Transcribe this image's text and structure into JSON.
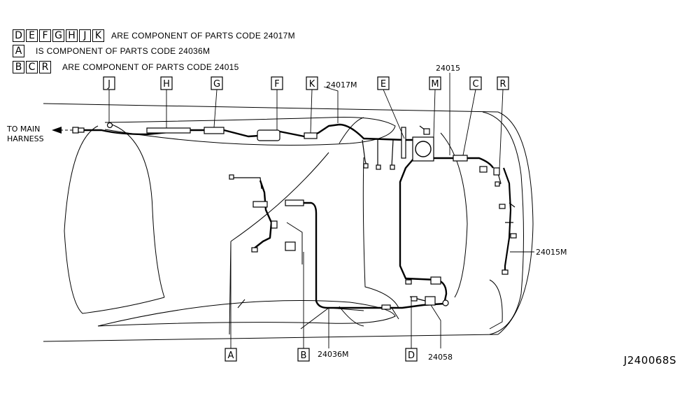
{
  "legend": [
    {
      "boxes": [
        "D",
        "E",
        "F",
        "G",
        "H",
        "J",
        "K"
      ],
      "text": "ARE COMPONENT OF PARTS CODE  24017M"
    },
    {
      "boxes": [
        "A"
      ],
      "text": " IS COMPONENT OF PARTS CODE  24036M"
    },
    {
      "boxes": [
        "B",
        "C",
        "R"
      ],
      "text": "ARE COMPONENT OF PARTS CODE  24015"
    }
  ],
  "callouts": {
    "J": "J",
    "H": "H",
    "G": "G",
    "F": "F",
    "K": "K",
    "E": "E",
    "M": "M",
    "C": "C",
    "R": "R",
    "A": "A",
    "B": "B",
    "D": "D"
  },
  "part_codes": {
    "p24017M": "24017M",
    "p24015": "24015",
    "p24015M": "24015M",
    "p24036M": "24036M",
    "p24058": "24058"
  },
  "to_main": {
    "line1": "TO MAIN",
    "line2": "HARNESS"
  },
  "diagram_code": "J240068S"
}
